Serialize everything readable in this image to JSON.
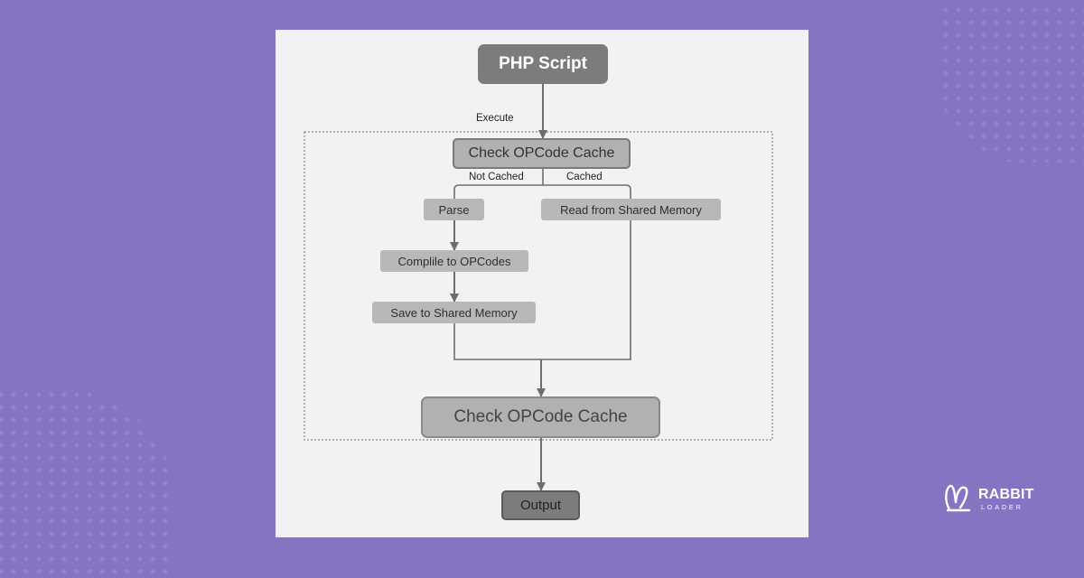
{
  "diagram": {
    "nodes": {
      "php_script": "PHP Script",
      "check_opcode_cache_top": "Check OPCode Cache",
      "parse": "Parse",
      "read_shared": "Read from Shared Memory",
      "compile": "Complile to OPCodes",
      "save_shared": "Save to Shared Memory",
      "check_opcode_cache_bottom": "Check OPCode Cache",
      "output": "Output"
    },
    "labels": {
      "execute": "Execute",
      "not_cached": "Not Cached",
      "cached": "Cached"
    }
  },
  "branding": {
    "logo_main": "RABBIT",
    "logo_sub": "LOADER"
  },
  "colors": {
    "background": "#8574c2",
    "card": "#f2f2f4",
    "dark_node": "#7c7c7c",
    "light_node": "#b8b8b8",
    "connector": "#6e6e6e"
  }
}
